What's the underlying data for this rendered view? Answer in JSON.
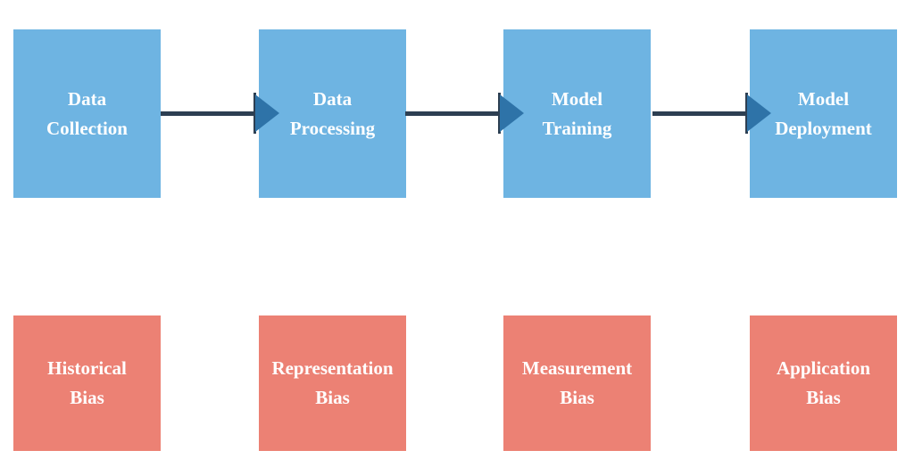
{
  "colors": {
    "stage_fill": "#6eb4e2",
    "bias_fill": "#ec8174",
    "arrow_shaft": "#2d3f52",
    "arrow_head": "#2e73a8",
    "label_text": "#ffffff",
    "background": "#ffffff"
  },
  "pipeline": {
    "stages": [
      {
        "label": "Data\nCollection"
      },
      {
        "label": "Data\nProcessing"
      },
      {
        "label": "Model\nTraining"
      },
      {
        "label": "Model\nDeployment"
      }
    ],
    "connections": [
      {
        "from": "Data Collection",
        "to": "Data Processing"
      },
      {
        "from": "Data Processing",
        "to": "Model Training"
      },
      {
        "from": "Model Training",
        "to": "Model Deployment"
      }
    ]
  },
  "biases": [
    {
      "label": "Historical\nBias"
    },
    {
      "label": "Representation\nBias"
    },
    {
      "label": "Measurement\nBias"
    },
    {
      "label": "Application\nBias"
    }
  ]
}
